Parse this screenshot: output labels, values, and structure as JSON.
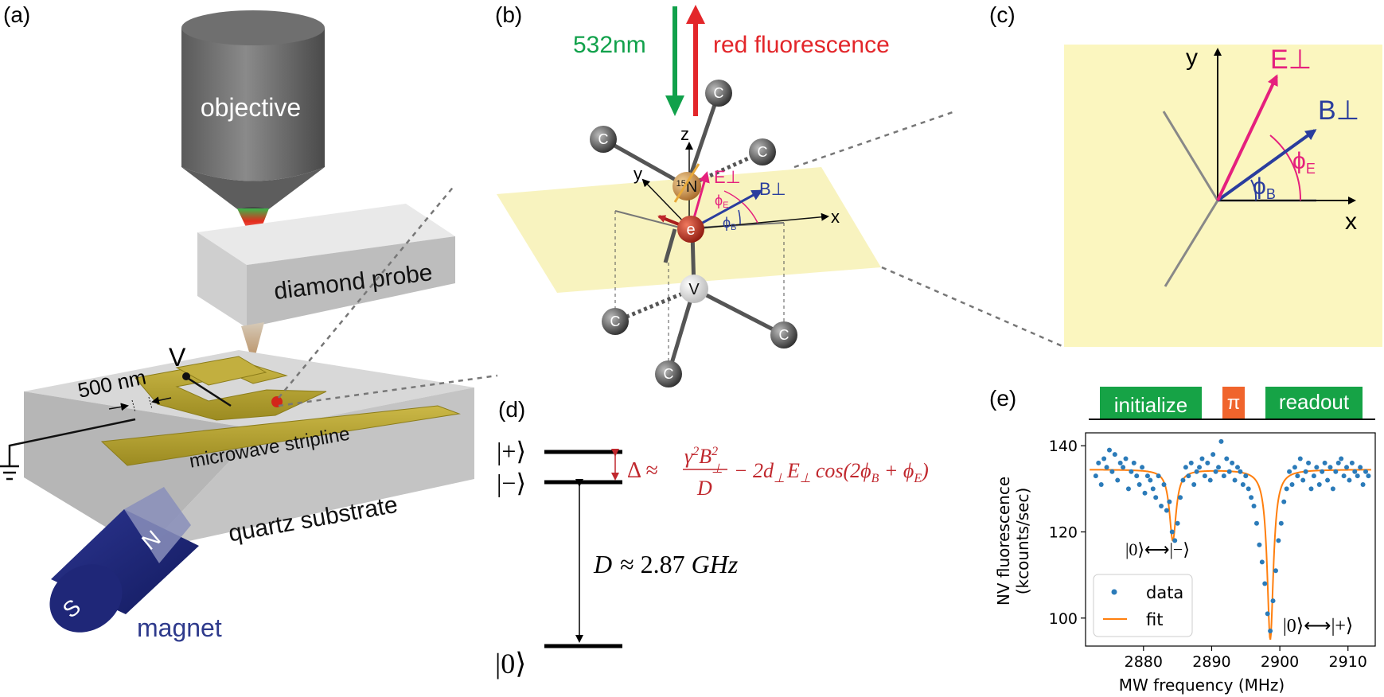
{
  "panels": {
    "a": {
      "label": "(a)",
      "objective": "objective",
      "diamond_probe": "diamond probe",
      "voltage": "V",
      "scale": "500 nm",
      "stripline": "microwave stripline",
      "substrate": "quartz substrate",
      "magnet": "magnet",
      "magnet_n": "N",
      "magnet_s": "S"
    },
    "b": {
      "label": "(b)",
      "laser": "532nm",
      "fluorescence": "red fluorescence",
      "carbon": "C",
      "nitrogen_sup": "15",
      "nitrogen": "N",
      "electron": "e",
      "vacancy": "V",
      "axis_z": "z",
      "axis_y": "y",
      "axis_x": "x",
      "e_perp": "E⊥",
      "b_perp": "B⊥",
      "phi": "ϕ",
      "sub_e": "E",
      "sub_b": "B"
    },
    "c": {
      "label": "(c)",
      "axis_y": "y",
      "axis_x": "x",
      "e_perp": "E⊥",
      "b_perp": "B⊥",
      "phi": "ϕ",
      "sub_e": "E",
      "sub_b": "B"
    },
    "d": {
      "label": "(d)",
      "level_plus": "|+⟩",
      "level_minus": "|−⟩",
      "level_zero": "|0⟩",
      "delta": "Δ ≈",
      "num_gamma": "γ",
      "num_exp": "2",
      "num_b": "B",
      "num_b_sup": "2",
      "num_b_sub": "⊥",
      "den": "D",
      "rest": "− 2d",
      "rest_sub1": "⊥",
      "rest_e": "E",
      "rest_sub2": "⊥",
      "rest_cos": "cos(2ϕ",
      "rest_sub3": "B",
      "rest_plus": " + ϕ",
      "rest_sub4": "E",
      "rest_close": ")",
      "zfs_d": "D",
      "zfs_rest": "≈ 2.87",
      "zfs_unit": "GHz",
      "colors": {
        "formula": "#c0272d"
      }
    },
    "e": {
      "label": "(e)",
      "pulse_init": "initialize",
      "pulse_pi": "π",
      "pulse_readout": "readout",
      "ann_minus": "|0⟩⟷|−⟩",
      "ann_plus": "|0⟩⟷|+⟩",
      "colors": {
        "pulse_green": "#16a346",
        "pulse_orange": "#f0642c",
        "data": "#2b7bb9",
        "fit": "#ff7f0e"
      }
    }
  },
  "chart_data": {
    "type": "scatter",
    "xlabel": "MW frequency (MHz)",
    "ylabel_line1": "NV fluorescence",
    "ylabel_line2": "(kcounts/sec)",
    "xlim": [
      2871.5,
      2914.0
    ],
    "ylim": [
      93.5,
      143.0
    ],
    "xticks": [
      2880,
      2890,
      2900,
      2910
    ],
    "xtick_labels": [
      "2880",
      "2890",
      "2900",
      "2910"
    ],
    "yticks": [
      100,
      120,
      140
    ],
    "ytick_labels": [
      "100",
      "120",
      "140"
    ],
    "legend": {
      "placement": "lower-left",
      "entries": [
        "data",
        "fit"
      ]
    },
    "series": [
      {
        "name": "data",
        "x": [
          2873.0,
          2873.4,
          2873.8,
          2874.2,
          2874.6,
          2875.0,
          2875.4,
          2875.8,
          2876.2,
          2876.6,
          2877.0,
          2877.4,
          2877.8,
          2878.2,
          2878.6,
          2879.0,
          2879.4,
          2879.8,
          2880.2,
          2880.6,
          2881.0,
          2881.4,
          2881.8,
          2882.2,
          2882.6,
          2883.0,
          2883.4,
          2883.8,
          2884.2,
          2884.6,
          2885.0,
          2885.4,
          2885.8,
          2886.2,
          2886.6,
          2887.0,
          2887.4,
          2887.8,
          2888.2,
          2888.6,
          2889.0,
          2889.4,
          2889.8,
          2890.2,
          2890.6,
          2891.0,
          2891.4,
          2891.8,
          2892.2,
          2892.6,
          2893.0,
          2893.4,
          2893.8,
          2894.2,
          2894.6,
          2895.0,
          2895.4,
          2895.8,
          2896.2,
          2896.6,
          2897.0,
          2897.4,
          2897.8,
          2898.2,
          2898.6,
          2899.0,
          2899.4,
          2899.8,
          2900.2,
          2900.6,
          2901.0,
          2901.4,
          2901.8,
          2902.2,
          2902.6,
          2903.0,
          2903.4,
          2903.8,
          2904.2,
          2904.6,
          2905.0,
          2905.4,
          2905.8,
          2906.2,
          2906.6,
          2907.0,
          2907.4,
          2907.8,
          2908.2,
          2908.6,
          2909.0,
          2909.4,
          2909.8,
          2910.2,
          2910.6,
          2911.0,
          2911.4,
          2911.8,
          2912.2,
          2912.6,
          2913.0
        ],
        "y": [
          133,
          136,
          131,
          137,
          135,
          139,
          134,
          138,
          132,
          136,
          135,
          137,
          130,
          134,
          136,
          133,
          131,
          135,
          129,
          133,
          132,
          130,
          128,
          133,
          126,
          131,
          125,
          127,
          120,
          118,
          122,
          128,
          132,
          135,
          133,
          136,
          131,
          134,
          135,
          137,
          133,
          136,
          132,
          138,
          134,
          135,
          141,
          133,
          137,
          134,
          136,
          132,
          135,
          134,
          131,
          133,
          130,
          128,
          126,
          122,
          117,
          113,
          108,
          101,
          97,
          104,
          111,
          118,
          122,
          127,
          130,
          134,
          131,
          135,
          133,
          137,
          132,
          134,
          136,
          130,
          133,
          135,
          131,
          134,
          136,
          132,
          135,
          130,
          134,
          136,
          137,
          133,
          135,
          132,
          136,
          134,
          133,
          135,
          131,
          134,
          133
        ]
      },
      {
        "name": "fit",
        "baseline": 134.5,
        "dips": [
          {
            "center": 2884.3,
            "depth": 16.5,
            "hwhm": 0.6
          },
          {
            "center": 2898.6,
            "depth": 39.5,
            "hwhm": 0.55
          }
        ]
      }
    ]
  }
}
